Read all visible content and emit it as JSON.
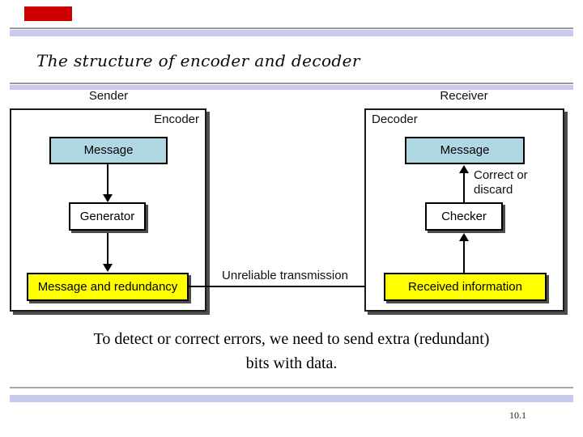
{
  "slide": {
    "title": "The structure of encoder and decoder",
    "caption": {
      "line1": "To detect or correct errors, we need to send extra (redundant)",
      "line2": "bits with data."
    },
    "page_number": "10.1"
  },
  "diagram": {
    "sender_label": "Sender",
    "receiver_label": "Receiver",
    "transmission_label": "Unreliable transmission",
    "encoder": {
      "label": "Encoder",
      "message_label": "Message",
      "generator_label": "Generator",
      "output_label": "Message and redundancy"
    },
    "decoder": {
      "label": "Decoder",
      "message_label": "Message",
      "checker_label": "Checker",
      "input_label": "Received information",
      "decision_line1": "Correct or",
      "decision_line2": "discard"
    }
  },
  "colors": {
    "accent_bar": "#c9c9ee",
    "red_marker": "#cc0000",
    "message_fill": "#b0d8e4",
    "highlight_fill": "#ffff00",
    "box_shadow": "#4d4d4d"
  }
}
